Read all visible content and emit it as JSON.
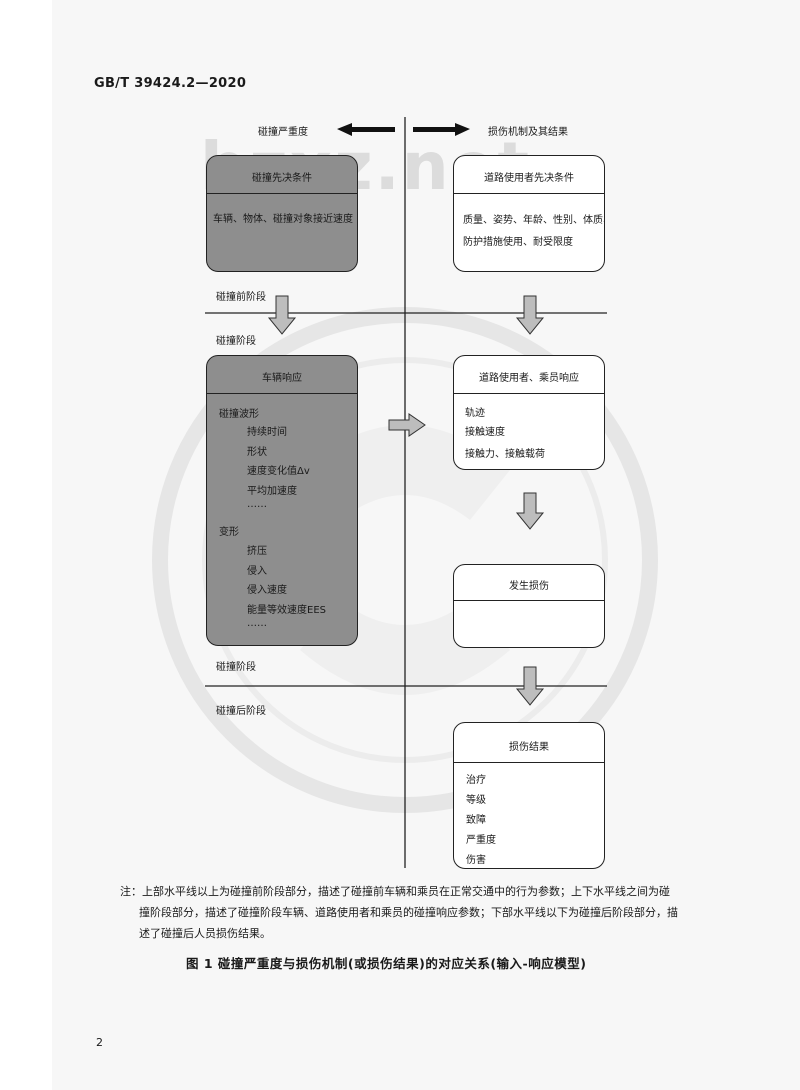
{
  "header": {
    "standard_number": "GB/T 39424.2—2020"
  },
  "watermark": {
    "text": "bzxz.net"
  },
  "top_labels": {
    "left": "碰撞严重度",
    "right": "损伤机制及其结果"
  },
  "stages": {
    "pre_crash": "碰撞前阶段",
    "crash": "碰撞阶段",
    "crash_end": "碰撞阶段",
    "post_crash": "碰撞后阶段"
  },
  "boxes": {
    "collision_preconditions": {
      "title": "碰撞先决条件",
      "lines": [
        "车辆、物体、碰撞对象接近速度"
      ]
    },
    "road_user_preconditions": {
      "title": "道路使用者先决条件",
      "lines": [
        "质量、姿势、年龄、性别、体质、",
        "防护措施使用、耐受限度"
      ]
    },
    "vehicle_response": {
      "title": "车辆响应",
      "lines": [
        "碰撞波形",
        "持续时间",
        "形状",
        "速度变化值Δv",
        "平均加速度",
        "……",
        "变形",
        "挤压",
        "侵入",
        "侵入速度",
        "能量等效速度EES",
        "……"
      ]
    },
    "occupant_response": {
      "title": "道路使用者、乘员响应",
      "lines": [
        "轨迹",
        "接触速度",
        "接触力、接触载荷"
      ]
    },
    "injury_occurrence": {
      "title": "发生损伤",
      "lines": []
    },
    "injury_outcome": {
      "title": "损伤结果",
      "lines": [
        "治疗",
        "等级",
        "致障",
        "严重度",
        "伤害"
      ]
    }
  },
  "note": {
    "line1": "注：上部水平线以上为碰撞前阶段部分，描述了碰撞前车辆和乘员在正常交通中的行为参数；上下水平线之间为碰",
    "line2": "撞阶段部分，描述了碰撞阶段车辆、道路使用者和乘员的碰撞响应参数；下部水平线以下为碰撞后阶段部分，描",
    "line3": "述了碰撞后人员损伤结果。"
  },
  "caption": "图 1   碰撞严重度与损伤机制(或损伤结果)的对应关系(输入-响应模型)",
  "page_number": "2",
  "colors": {
    "dark_box": "#8e8e8e",
    "arrow_fill": "#bdbdbd",
    "line": "#222222"
  }
}
